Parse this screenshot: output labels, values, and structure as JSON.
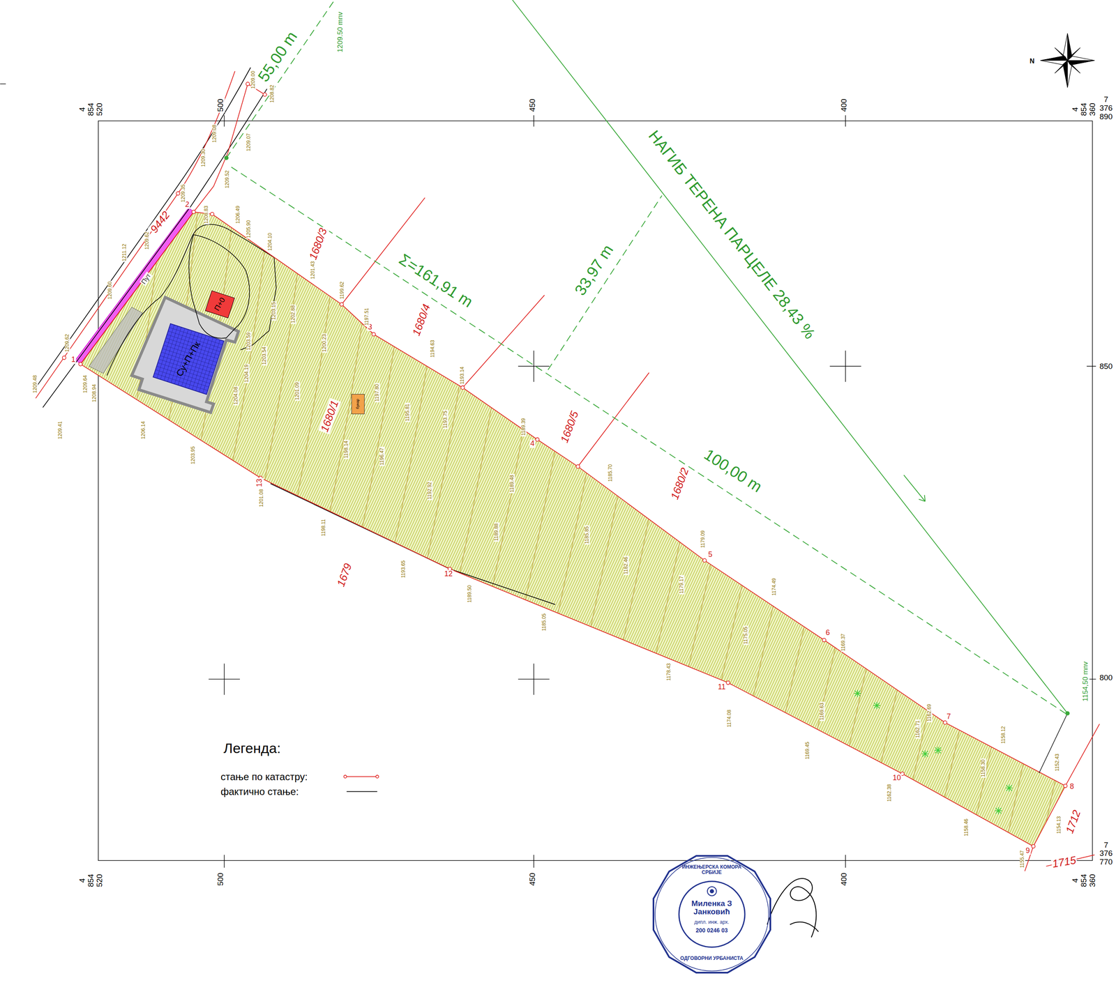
{
  "diagram": {
    "nodes": [
      {
        "text": [
          "Су+П+Пк"
        ]
      },
      {
        "text": [
          "П+0"
        ]
      },
      {
        "text": [
          "бунар"
        ]
      },
      {
        "text": [
          "ИНЖЕЊЕРСКА КОМОРА СРБИЈЕ",
          "Миленка З Јанковић",
          "дипл. инж. арх.",
          "200 0246 03",
          "ОДГОВОРНИ УРБАНИСТА"
        ]
      }
    ],
    "labels": [
      "55,00 m",
      "1209.50 mnv",
      "НАГИБ ТЕРЕНА ПАРЦЕЛЕ 28,43 %",
      "Σ=161,91 m",
      "33,97 m",
      "100,00 m",
      "1154,50 mnv",
      "9442",
      "Пут",
      "1680/3",
      "1680/4",
      "1680/5",
      "1680/2",
      "1680/1",
      "1679",
      "1712",
      "1715",
      "1",
      "2",
      "3",
      "4",
      "5",
      "6",
      "7",
      "8",
      "9",
      "10",
      "11",
      "12",
      "13",
      "Легенда:",
      "N",
      "4 854 520",
      "500",
      "450",
      "400",
      "4 854 360",
      "7 376 890",
      "850",
      "800",
      "7 376 770",
      "4 854 520",
      "500",
      "450",
      "400",
      "4 854 360",
      "1209.00",
      "1208.82",
      "1209.08",
      "1209.30",
      "1209.07",
      "1209.52",
      "1209.35",
      "1211.12",
      "1209.62",
      "1209.60",
      "1209.62",
      "1209.48",
      "1209.64",
      "1208.94",
      "1209.41",
      "1206.14",
      "1203.95",
      "1201.08",
      "1198.11",
      "1193.65",
      "1189.50",
      "1185.05",
      "1178.43",
      "1174.08",
      "1169.45",
      "1162.38",
      "1158.46",
      "1155.47",
      "1154.13",
      "1152.43",
      "1158.12",
      "1162.69",
      "1169.37",
      "1174.49",
      "1179.09",
      "1185.70",
      "1189.39",
      "1193.14",
      "1194.63",
      "1197.51",
      "1199.62",
      "1201.43",
      "1204.10",
      "1205.90",
      "1206.49",
      "1208.83",
      "1203.15",
      "1202.88",
      "1200.23",
      "1201.09",
      "1197.80",
      "1198.14",
      "1196.47",
      "1195.81",
      "1193.75",
      "1192.92",
      "1189.48",
      "1189.88",
      "1185.85",
      "1182.46",
      "1179.17",
      "1175.05",
      "1169.63",
      "1162.71",
      "1158.30",
      "1204.08",
      "1204.19",
      "1203.54",
      "1203.59"
    ],
    "legend": [
      {
        "text": "стање по катастру:"
      },
      {
        "text": "фактично стање:"
      }
    ]
  }
}
